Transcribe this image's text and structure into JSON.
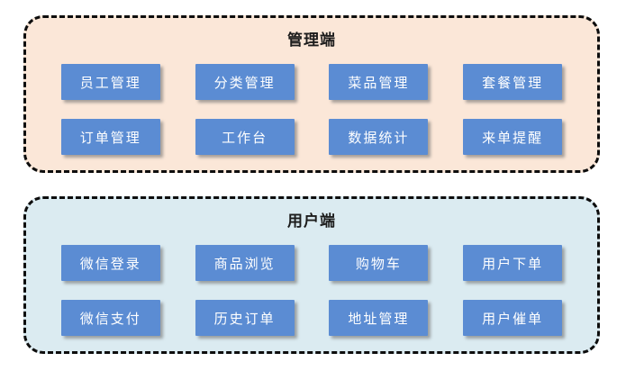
{
  "diagram": {
    "node_color": "#5B8CD3",
    "node_text_color": "#FFFFFF",
    "border_color": "#0D0D0D",
    "panels": [
      {
        "id": "admin",
        "title": "管理端",
        "bg_color": "#FBE7D8",
        "buttons": [
          {
            "label": "员工管理"
          },
          {
            "label": "分类管理"
          },
          {
            "label": "菜品管理"
          },
          {
            "label": "套餐管理"
          },
          {
            "label": "订单管理"
          },
          {
            "label": "工作台"
          },
          {
            "label": "数据统计"
          },
          {
            "label": "来单提醒"
          }
        ]
      },
      {
        "id": "user",
        "title": "用户端",
        "bg_color": "#DBEBF1",
        "buttons": [
          {
            "label": "微信登录"
          },
          {
            "label": "商品浏览"
          },
          {
            "label": "购物车"
          },
          {
            "label": "用户下单"
          },
          {
            "label": "微信支付"
          },
          {
            "label": "历史订单"
          },
          {
            "label": "地址管理"
          },
          {
            "label": "用户催单"
          }
        ]
      }
    ]
  }
}
